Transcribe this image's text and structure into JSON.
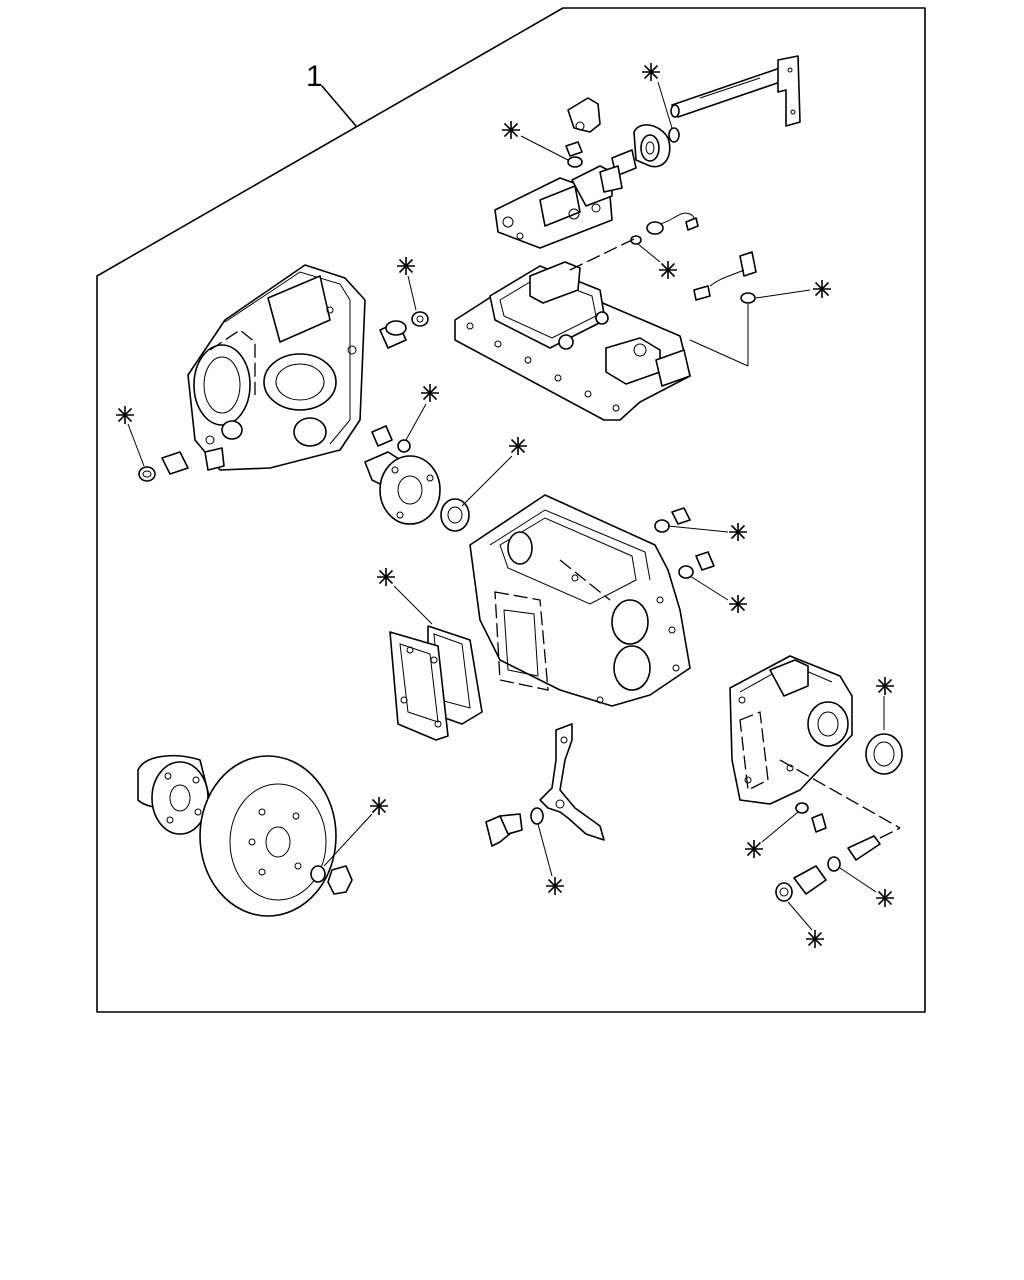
{
  "assembly": {
    "callout": "1",
    "frame_color": "#000000",
    "background": "#ffffff"
  },
  "marker_icon": "asterisk-icon",
  "parts": [
    {
      "name": "selector-shaft",
      "marked": true
    },
    {
      "name": "shift-lever-head",
      "marked": true
    },
    {
      "name": "control-housing",
      "marked": false
    },
    {
      "name": "switch-plug-wire",
      "marked": true
    },
    {
      "name": "top-cover",
      "marked": true
    },
    {
      "name": "clutch-housing",
      "marked": true
    },
    {
      "name": "bearing-retainer",
      "marked": true
    },
    {
      "name": "transmission-case",
      "marked": true
    },
    {
      "name": "case-gaskets",
      "marked": true
    },
    {
      "name": "shift-fork",
      "marked": true
    },
    {
      "name": "companion-flange",
      "marked": true
    },
    {
      "name": "rear-extension",
      "marked": true
    }
  ]
}
